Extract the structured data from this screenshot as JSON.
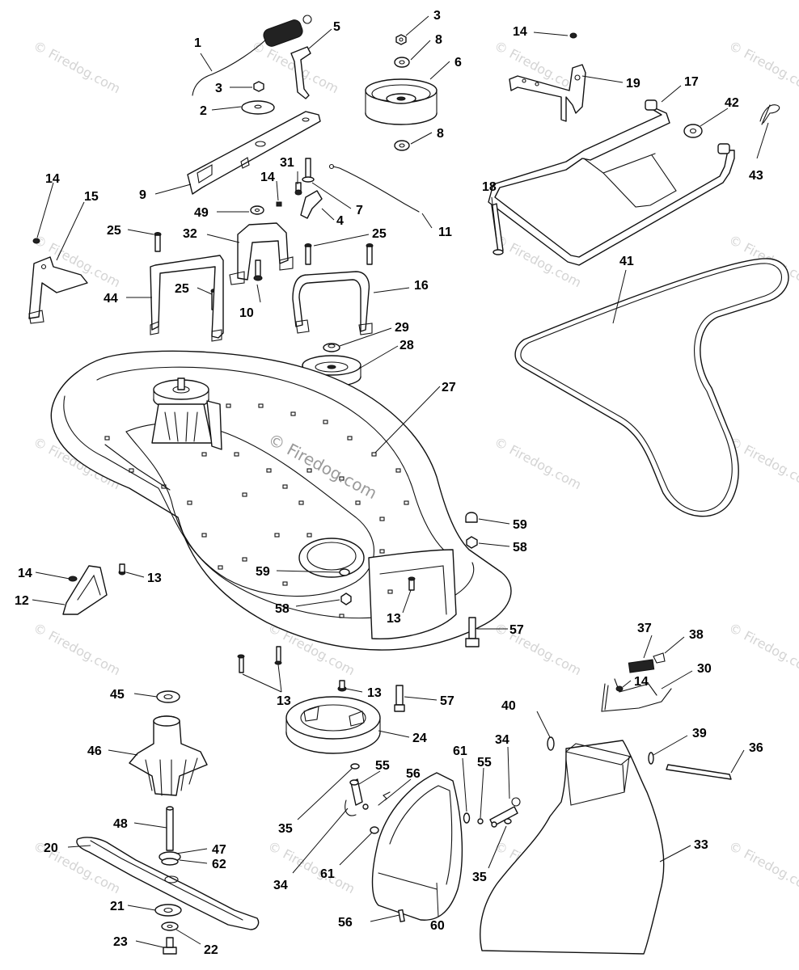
{
  "watermark": "© Firedog.com",
  "callouts": [
    {
      "id": "c1",
      "text": "1"
    },
    {
      "id": "c2",
      "text": "2"
    },
    {
      "id": "c3a",
      "text": "3"
    },
    {
      "id": "c3b",
      "text": "3"
    },
    {
      "id": "c4",
      "text": "4"
    },
    {
      "id": "c5",
      "text": "5"
    },
    {
      "id": "c6",
      "text": "6"
    },
    {
      "id": "c7",
      "text": "7"
    },
    {
      "id": "c8a",
      "text": "8"
    },
    {
      "id": "c8b",
      "text": "8"
    },
    {
      "id": "c9",
      "text": "9"
    },
    {
      "id": "c10",
      "text": "10"
    },
    {
      "id": "c11",
      "text": "11"
    },
    {
      "id": "c12",
      "text": "12"
    },
    {
      "id": "c13a",
      "text": "13"
    },
    {
      "id": "c13b",
      "text": "13"
    },
    {
      "id": "c13c",
      "text": "13"
    },
    {
      "id": "c13d",
      "text": "13"
    },
    {
      "id": "c14a",
      "text": "14"
    },
    {
      "id": "c14b",
      "text": "14"
    },
    {
      "id": "c14c",
      "text": "14"
    },
    {
      "id": "c14d",
      "text": "14"
    },
    {
      "id": "c14e",
      "text": "14"
    },
    {
      "id": "c15",
      "text": "15"
    },
    {
      "id": "c16",
      "text": "16"
    },
    {
      "id": "c17",
      "text": "17"
    },
    {
      "id": "c18",
      "text": "18"
    },
    {
      "id": "c19",
      "text": "19"
    },
    {
      "id": "c20",
      "text": "20"
    },
    {
      "id": "c21",
      "text": "21"
    },
    {
      "id": "c22",
      "text": "22"
    },
    {
      "id": "c23",
      "text": "23"
    },
    {
      "id": "c24",
      "text": "24"
    },
    {
      "id": "c25a",
      "text": "25"
    },
    {
      "id": "c25b",
      "text": "25"
    },
    {
      "id": "c25c",
      "text": "25"
    },
    {
      "id": "c27",
      "text": "27"
    },
    {
      "id": "c28",
      "text": "28"
    },
    {
      "id": "c29",
      "text": "29"
    },
    {
      "id": "c30",
      "text": "30"
    },
    {
      "id": "c31",
      "text": "31"
    },
    {
      "id": "c32",
      "text": "32"
    },
    {
      "id": "c33",
      "text": "33"
    },
    {
      "id": "c34a",
      "text": "34"
    },
    {
      "id": "c34b",
      "text": "34"
    },
    {
      "id": "c35a",
      "text": "35"
    },
    {
      "id": "c35b",
      "text": "35"
    },
    {
      "id": "c36",
      "text": "36"
    },
    {
      "id": "c37",
      "text": "37"
    },
    {
      "id": "c38",
      "text": "38"
    },
    {
      "id": "c39",
      "text": "39"
    },
    {
      "id": "c40",
      "text": "40"
    },
    {
      "id": "c41",
      "text": "41"
    },
    {
      "id": "c42",
      "text": "42"
    },
    {
      "id": "c43",
      "text": "43"
    },
    {
      "id": "c44",
      "text": "44"
    },
    {
      "id": "c45",
      "text": "45"
    },
    {
      "id": "c46",
      "text": "46"
    },
    {
      "id": "c47",
      "text": "47"
    },
    {
      "id": "c48",
      "text": "48"
    },
    {
      "id": "c49",
      "text": "49"
    },
    {
      "id": "c55a",
      "text": "55"
    },
    {
      "id": "c55b",
      "text": "55"
    },
    {
      "id": "c56a",
      "text": "56"
    },
    {
      "id": "c56b",
      "text": "56"
    },
    {
      "id": "c57a",
      "text": "57"
    },
    {
      "id": "c57b",
      "text": "57"
    },
    {
      "id": "c58a",
      "text": "58"
    },
    {
      "id": "c58b",
      "text": "58"
    },
    {
      "id": "c59a",
      "text": "59"
    },
    {
      "id": "c59b",
      "text": "59"
    },
    {
      "id": "c60",
      "text": "60"
    },
    {
      "id": "c61a",
      "text": "61"
    },
    {
      "id": "c61b",
      "text": "61"
    },
    {
      "id": "c62",
      "text": "62"
    }
  ]
}
